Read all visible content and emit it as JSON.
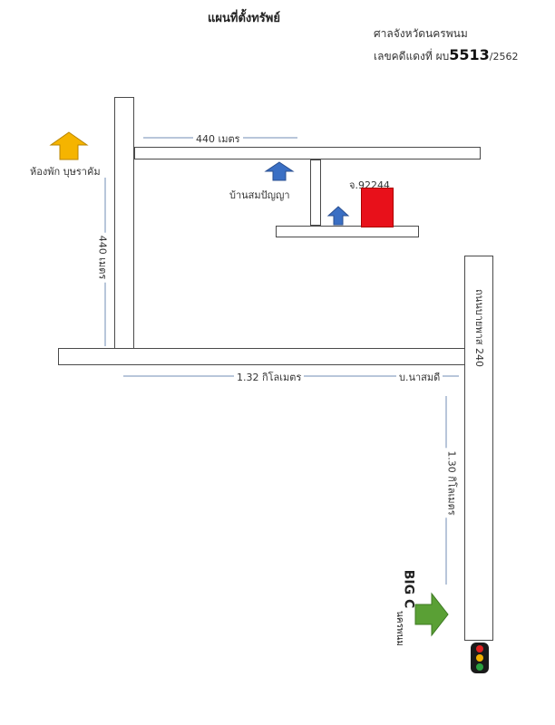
{
  "header": {
    "title": "แผนที่ตั้งทรัพย์",
    "court": "ศาลจังหวัดนครพนม",
    "case_prefix": "เลขคดีแดงที่ ผบ",
    "case_number": "5513",
    "case_year": "/2562"
  },
  "labels": {
    "top_distance": "440 เมตร",
    "left_distance": "440 เมตร",
    "bottom_distance": "1.32 กิโลเมตร",
    "right_distance": "1.30 กิโลเมตร",
    "road_name": "ถนนบายพาส 240",
    "village": "บ.นาสมดี",
    "dormitory": "ห้องพัก บุษราคัม",
    "neighbor_house": "บ้านสมปัญญา",
    "plot_id": "จ.92244",
    "big_c_line1": "BIG C",
    "big_c_line2": "นครพนม"
  },
  "colors": {
    "road_border": "#4a4a4a",
    "distance_line": "#b8c6da",
    "target_plot": "#e8101a",
    "dormitory_arrow": "#f5b400",
    "landmark_arrow": "#3a6fc4",
    "big_c_arrow": "#5aa035",
    "traffic_light": "#1a1a1a"
  },
  "icons": {
    "dormitory": "yellow-up-arrow-icon",
    "neighbor": "blue-up-arrow-icon",
    "plot": "blue-up-arrow-icon",
    "big_c": "green-right-arrow-icon",
    "signal": "traffic-light-icon"
  }
}
